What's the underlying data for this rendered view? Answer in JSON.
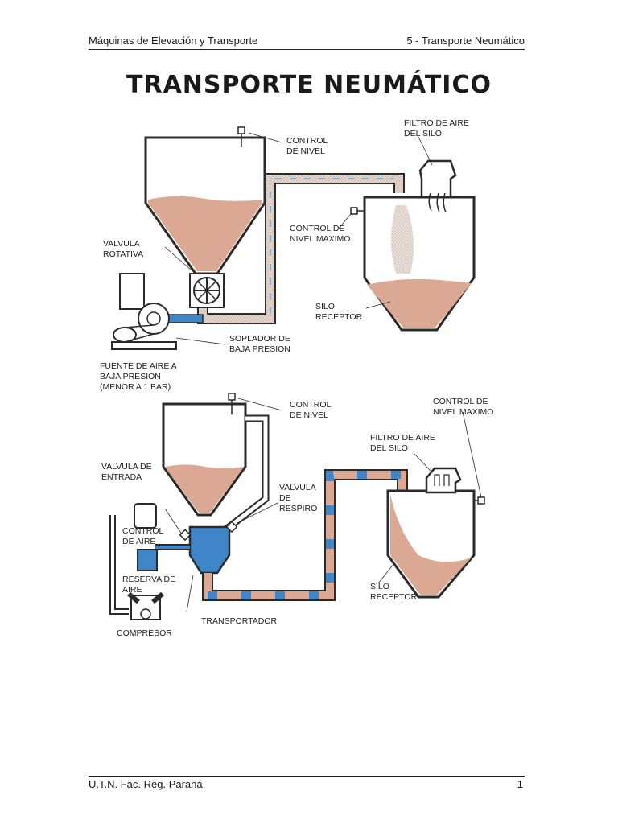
{
  "header": {
    "left": "Máquinas de Elevación y Transporte",
    "right": "5 -  Transporte Neumático"
  },
  "title": "TRANSPORTE NEUMÁTICO",
  "footer": {
    "left": "U.T.N.  Fac. Reg. Paraná",
    "page": "1"
  },
  "diagram_top": {
    "labels": {
      "control_nivel_1": "CONTROL",
      "control_nivel_2": "DE NIVEL",
      "filtro_1": "FILTRO DE AIRE",
      "filtro_2": "DEL SILO",
      "control_max_1": "CONTROL DE",
      "control_max_2": "NIVEL MAXIMO",
      "valvula_1": "VALVULA",
      "valvula_2": "ROTATIVA",
      "silo_1": "SILO",
      "silo_2": "RECEPTOR",
      "soplador_1": "SOPLADOR DE",
      "soplador_2": "BAJA PRESION",
      "fuente_1": "FUENTE DE AIRE A",
      "fuente_2": "BAJA PRESION",
      "fuente_3": "(MENOR A 1 BAR)"
    }
  },
  "diagram_bottom": {
    "labels": {
      "control_nivel_1": "CONTROL",
      "control_nivel_2": "DE NIVEL",
      "control_max_1": "CONTROL DE",
      "control_max_2": "NIVEL MAXIMO",
      "filtro_1": "FILTRO DE AIRE",
      "filtro_2": "DEL SILO",
      "entrada_1": "VALVULA DE",
      "entrada_2": "ENTRADA",
      "respiro_1": "VALVULA",
      "respiro_2": "DE",
      "respiro_3": "RESPIRO",
      "ctrl_aire_1": "CONTROL",
      "ctrl_aire_2": "DE AIRE",
      "reserva_1": "RESERVA DE",
      "reserva_2": "AIRE",
      "silo_1": "SILO",
      "silo_2": "RECEPTOR",
      "transportador": "TRANSPORTADOR",
      "compresor": "COMPRESOR"
    }
  },
  "colors": {
    "material": "#dba993",
    "air_blue": "#3f86c9",
    "pipe_light": "#c9dde8",
    "outline": "#2a2a2a"
  }
}
